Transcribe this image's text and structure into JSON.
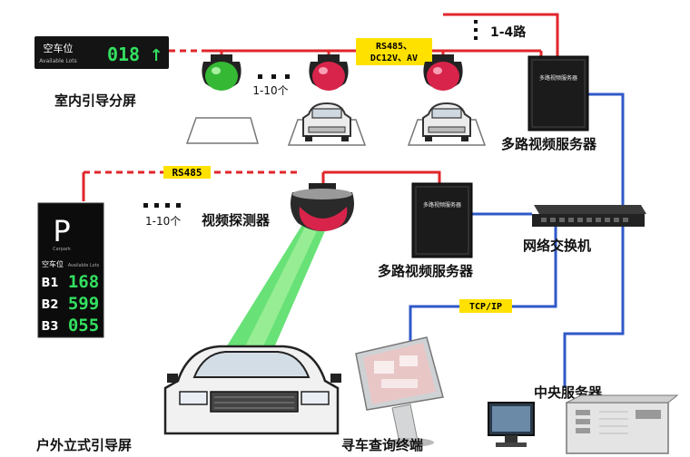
{
  "labels": {
    "indoor_screen": "室内引导分屏",
    "count_a": "1-10个",
    "count_b": "1-10个",
    "ways": "1-4路",
    "server_top": "多路视频服务器",
    "server_mid": "多路视频服务器",
    "detector": "视频探测器",
    "switch": "网络交换机",
    "central": "中央服务器",
    "kiosk": "寻车查询终端",
    "outdoor": "户外立式引导屏"
  },
  "bus_tags": {
    "top_line1": "RS485、",
    "top_line2": "DC12V、AV",
    "mid": "RS485",
    "tcp": "TCP/IP"
  },
  "indoor_display": {
    "title_cn": "空车位",
    "title_en": "Available Lots",
    "count": "018",
    "arrow": "↑"
  },
  "outdoor_display": {
    "letter": "P",
    "sub": "Carpark",
    "title_cn": "空车位",
    "title_en": "Available Lots",
    "rows": [
      {
        "level": "B1",
        "count": "168"
      },
      {
        "level": "B2",
        "count": "599"
      },
      {
        "level": "B3",
        "count": "055"
      }
    ]
  },
  "server_panel_text": "多路视频服务器",
  "colors": {
    "red_wire": "#e0262b",
    "blue_wire": "#2f58c8",
    "digit": "#33e060",
    "tag": "#ffe100",
    "sensor_green": "#35b934",
    "sensor_red": "#d8244a"
  }
}
